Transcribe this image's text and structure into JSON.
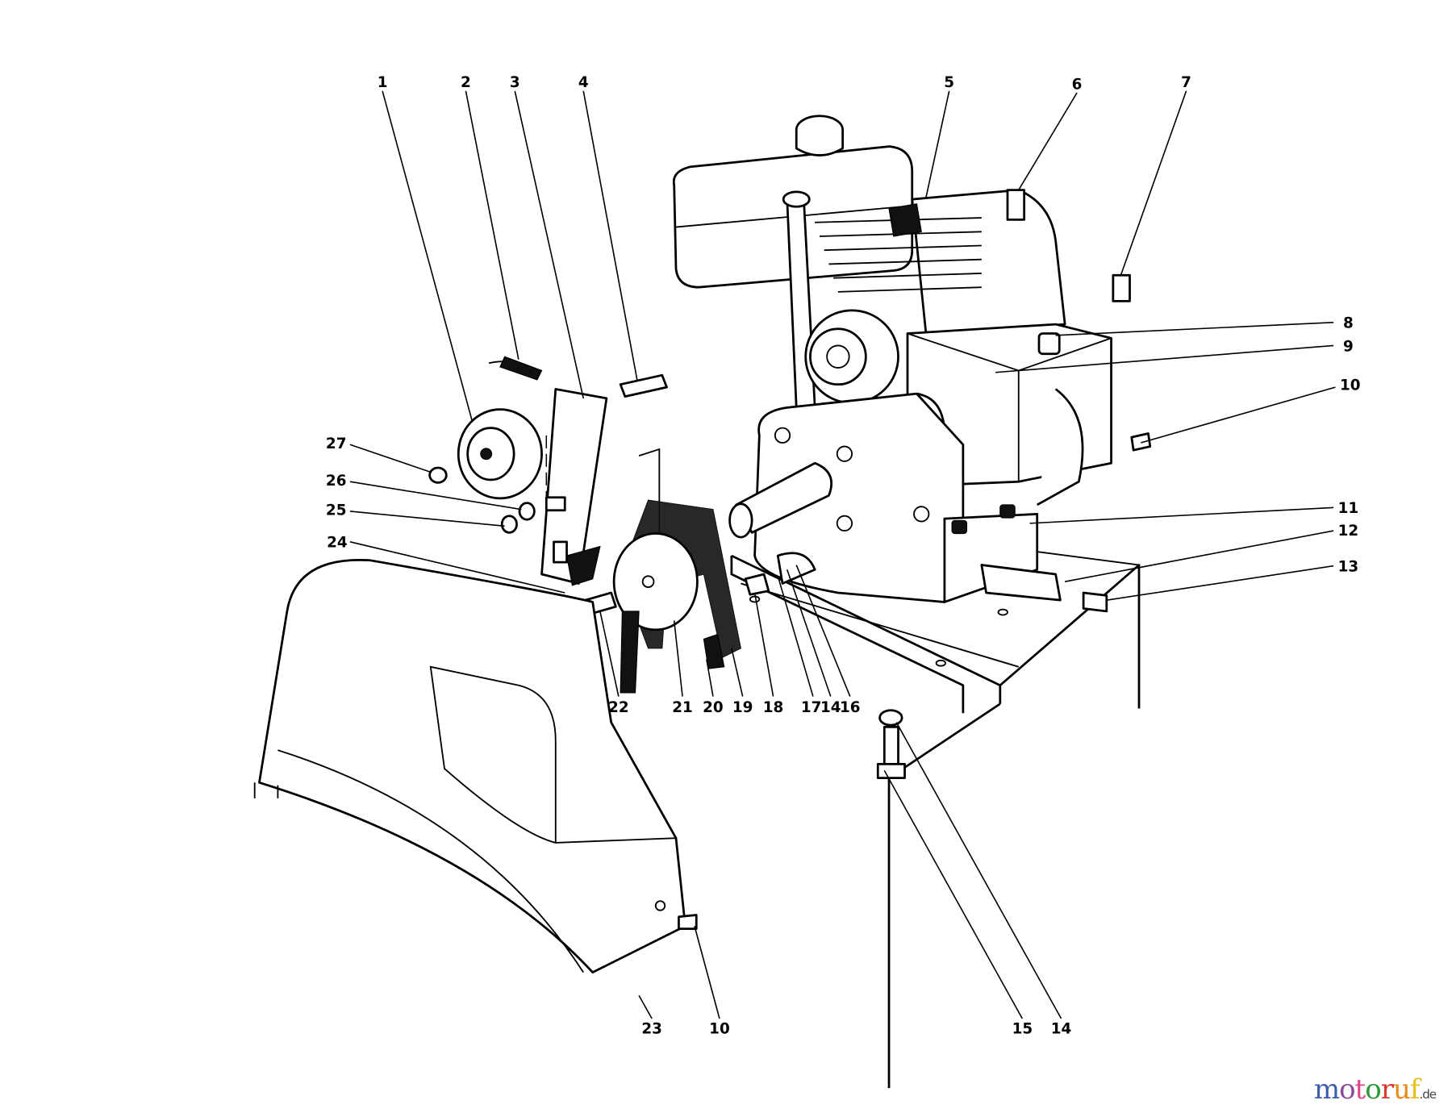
{
  "diagram": {
    "labels": {
      "l1": "1",
      "l2": "2",
      "l3": "3",
      "l4": "4",
      "l5": "5",
      "l6": "6",
      "l7": "7",
      "l8": "8",
      "l9": "9",
      "l10a": "10",
      "l11": "11",
      "l12": "12",
      "l13": "13",
      "l14a": "14",
      "l15": "15",
      "l16": "16",
      "l17": "17",
      "l14b": "14",
      "l18": "18",
      "l19": "19",
      "l20": "20",
      "l21": "21",
      "l22": "22",
      "l23": "23",
      "l10b": "10",
      "l24": "24",
      "l25": "25",
      "l26": "26",
      "l27": "27"
    },
    "colors": {
      "line": "#000000",
      "background": "#ffffff"
    }
  },
  "watermark": {
    "text": "motoruf",
    "suffix": ".de",
    "letter_colors": [
      "#3a5fa8",
      "#8a4aa0",
      "#e0478a",
      "#2a9a3a",
      "#d83a2a",
      "#e88a1a",
      "#e8c01a"
    ]
  }
}
